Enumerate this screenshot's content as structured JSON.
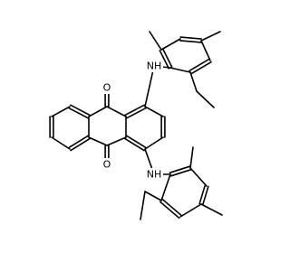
{
  "molecule": {
    "atoms": {
      "O1": {
        "label": "O"
      },
      "O2": {
        "label": "O"
      },
      "N1": {
        "label": "NH"
      },
      "N2": {
        "label": "NH"
      }
    },
    "colors": {
      "bond": "#000000",
      "text": "#000000",
      "background": "#ffffff"
    }
  }
}
